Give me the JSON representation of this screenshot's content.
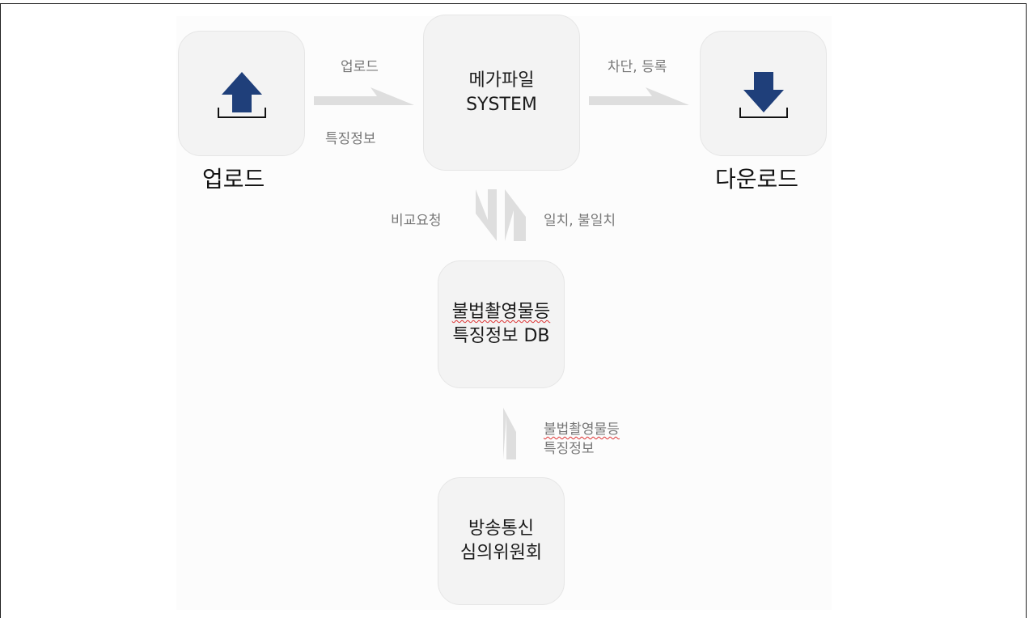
{
  "upload": {
    "label": "업로드",
    "icon": "upload-arrow-icon"
  },
  "download": {
    "label": "다운로드",
    "icon": "download-arrow-icon"
  },
  "system": {
    "line1": "메가파일",
    "line2": "SYSTEM"
  },
  "db": {
    "line1": "불법촬영물등",
    "line2": "특징정보 DB"
  },
  "kcsc": {
    "line1": "방송통신",
    "line2": "심의위원회"
  },
  "arrows": {
    "upload_top": "업로드",
    "upload_bottom": "특징정보",
    "download_top": "차단, 등록",
    "compare_left": "비교요청",
    "compare_right": "일치, 불일치",
    "feed_line1": "불법촬영물등",
    "feed_line2": "특징정보"
  },
  "colors": {
    "icon": "#1f3f7a",
    "arrow": "#dedede",
    "box": "#f3f3f3"
  }
}
